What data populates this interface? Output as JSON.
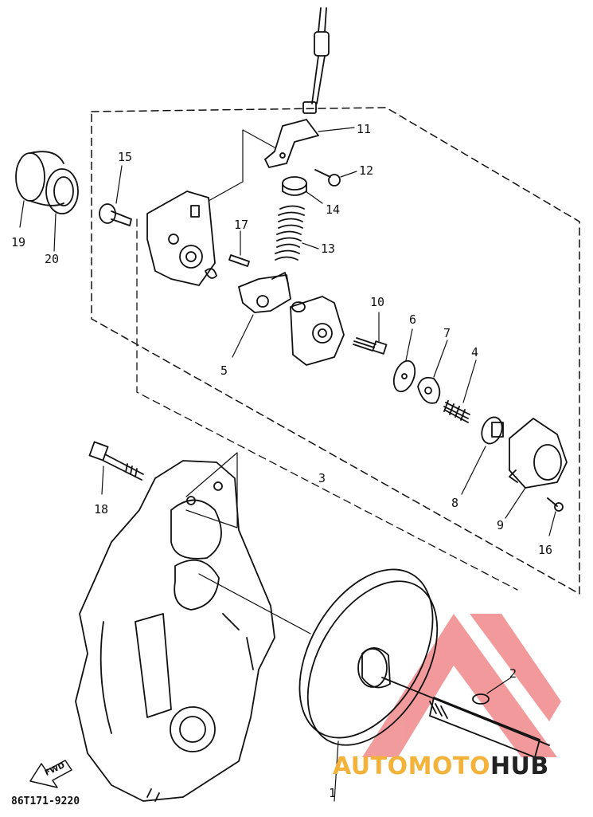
{
  "diagram_code": "86T171-9220",
  "direction_label": "FWD",
  "watermark": {
    "part1": "AUTOMOTO",
    "part2": "HUB"
  },
  "colors": {
    "line": "#111111",
    "watermark_red": "#e8484a",
    "watermark_orange": "#f3b23a",
    "watermark_dark": "#222222"
  },
  "callouts": {
    "c1": "1",
    "c2": "2",
    "c3": "3",
    "c4": "4",
    "c5": "5",
    "c6": "6",
    "c7": "7",
    "c8": "8",
    "c9": "9",
    "c10": "10",
    "c11": "11",
    "c12": "12",
    "c13": "13",
    "c14": "14",
    "c15": "15",
    "c16": "16",
    "c17": "17",
    "c18": "18",
    "c19": "19",
    "c20": "20"
  }
}
